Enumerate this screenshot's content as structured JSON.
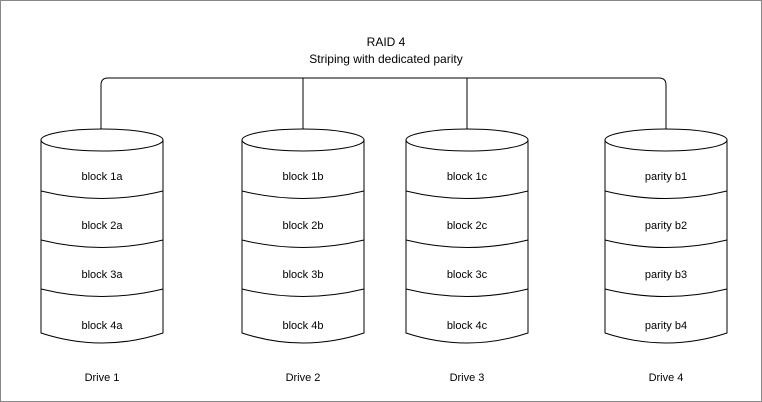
{
  "title": {
    "line1": "RAID 4",
    "line2": "Striping with dedicated parity"
  },
  "colors": {
    "stroke": "#000000",
    "fill": "#ffffff",
    "border": "#888888"
  },
  "drives": [
    {
      "label": "Drive 1",
      "blocks": [
        "block 1a",
        "block 2a",
        "block 3a",
        "block 4a"
      ]
    },
    {
      "label": "Drive 2",
      "blocks": [
        "block 1b",
        "block 2b",
        "block 3b",
        "block 4b"
      ]
    },
    {
      "label": "Drive 3",
      "blocks": [
        "block 1c",
        "block 2c",
        "block 3c",
        "block 4c"
      ]
    },
    {
      "label": "Drive 4",
      "blocks": [
        "parity b1",
        "parity b2",
        "parity b3",
        "parity b4"
      ]
    }
  ]
}
